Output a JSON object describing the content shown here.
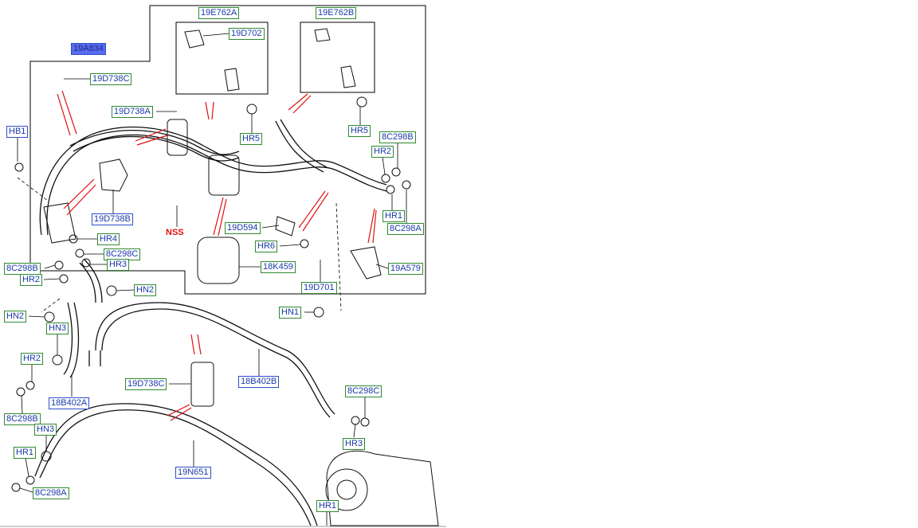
{
  "diagram": {
    "labels": {
      "l_19E762A": "19E762A",
      "l_19E762B": "19E762B",
      "l_19D702": "19D702",
      "l_19A834": "19A834",
      "l_19D738C_top": "19D738C",
      "l_19D738A": "19D738A",
      "l_HB1": "HB1",
      "l_HR5_left": "HR5",
      "l_HR5_right": "HR5",
      "l_8C298B_right": "8C298B",
      "l_HR2_right": "HR2",
      "l_HR1_right": "HR1",
      "l_8C298A_right": "8C298A",
      "l_19D738B": "19D738B",
      "l_19D594": "19D594",
      "l_HR6": "HR6",
      "l_NSS": "NSS",
      "l_HR4": "HR4",
      "l_8C298C_mid": "8C298C",
      "l_HR3_mid": "HR3",
      "l_18K459": "18K459",
      "l_19A579": "19A579",
      "l_8C298B_left": "8C298B",
      "l_HR2_left": "HR2",
      "l_HN2_mid": "HN2",
      "l_19D701": "19D701",
      "l_HN1": "HN1",
      "l_HN2_left": "HN2",
      "l_HN3_top": "HN3",
      "l_HR2_low": "HR2",
      "l_18B402A": "18B402A",
      "l_8C298B_low": "8C298B",
      "l_19D738C_low": "19D738C",
      "l_18B402B": "18B402B",
      "l_8C298C_low": "8C298C",
      "l_HR3_low": "HR3",
      "l_HN3_low": "HN3",
      "l_HR1_left": "HR1",
      "l_19N651": "19N651",
      "l_8C298A_low": "8C298A",
      "l_HR1_bottom": "HR1"
    }
  }
}
